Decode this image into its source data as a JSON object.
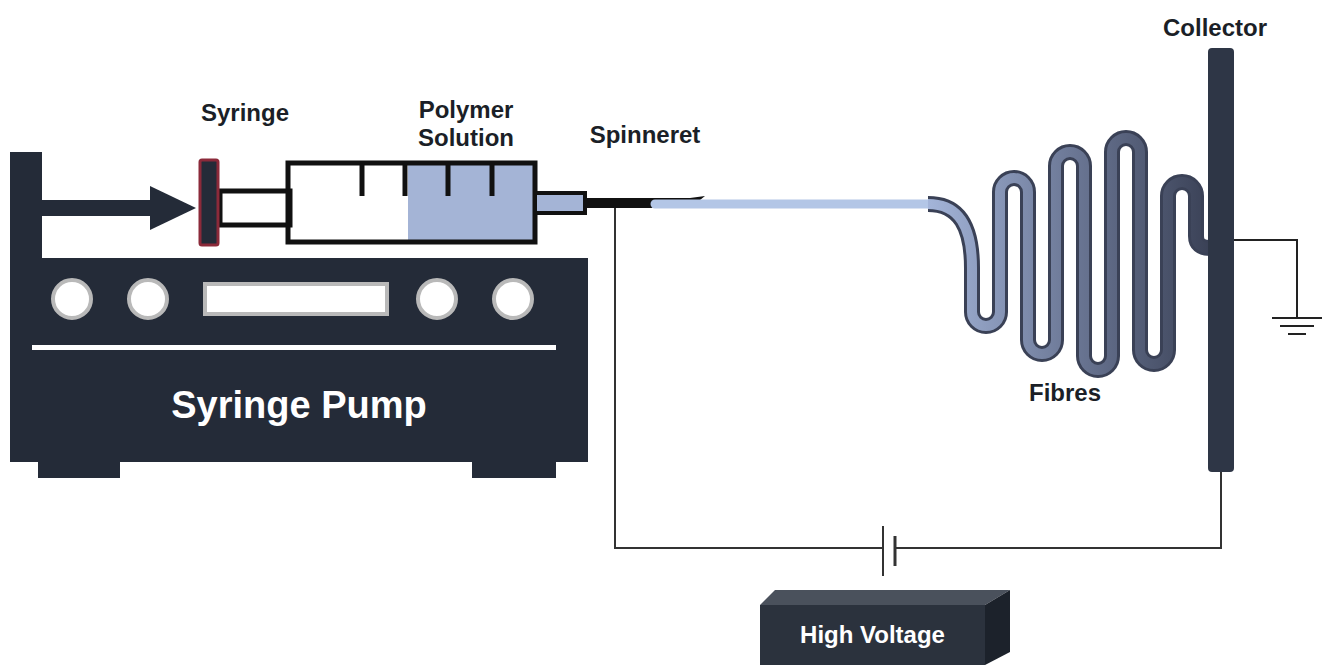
{
  "diagram": {
    "nodes": [
      {
        "text": [
          "Syringe Pump"
        ]
      },
      {
        "text": [
          "High Voltage"
        ]
      }
    ],
    "labels": [
      "Syringe",
      "Polymer Solution",
      "Spinneret",
      "Collector",
      "Fibres"
    ]
  }
}
